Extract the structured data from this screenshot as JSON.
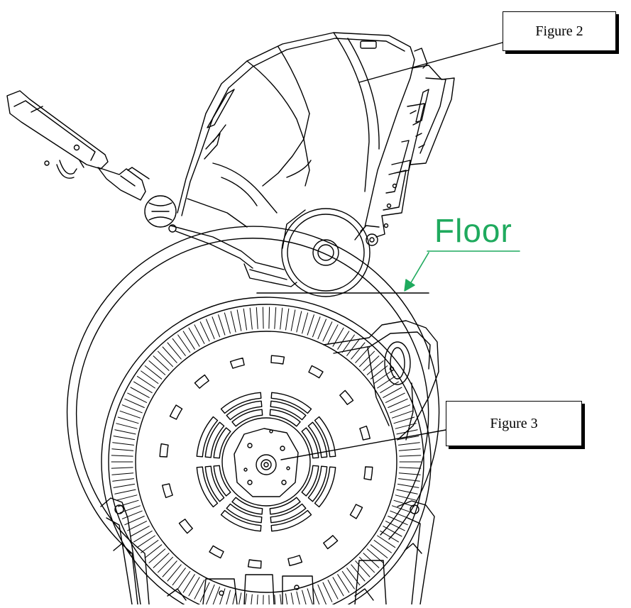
{
  "callouts": {
    "figure2": "Figure 2",
    "figure3": "Figure 3"
  },
  "annotation": {
    "floor": "Floor"
  },
  "colors": {
    "line": "#000000",
    "annotation": "#1faa5e",
    "background": "#ffffff"
  },
  "icons": [
    "arrow-icon"
  ]
}
